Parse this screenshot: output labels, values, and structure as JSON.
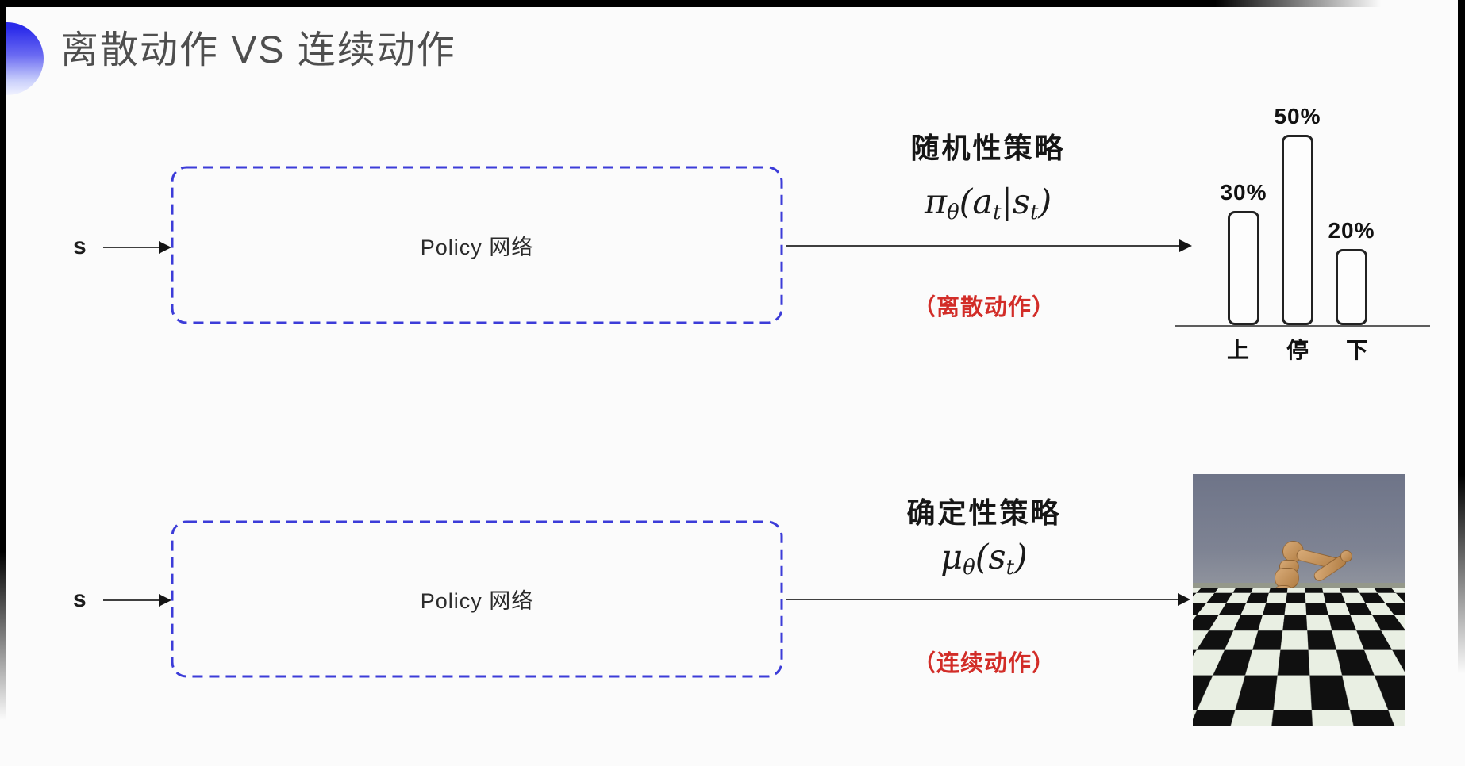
{
  "title": "离散动作 VS 连续动作",
  "top_flow": {
    "input_label": "s",
    "box_label": "Policy 网络",
    "policy_type": "随机性策略",
    "formula": {
      "sym": "π",
      "sub0": "θ",
      "part1": "(a",
      "sub1": "t",
      "part2": "|s",
      "sub2": "t",
      "part3": ")"
    },
    "note": "（离散动作）"
  },
  "bottom_flow": {
    "input_label": "s",
    "box_label": "Policy 网络",
    "policy_type": "确定性策略",
    "formula": {
      "sym": "μ",
      "sub0": "θ",
      "part1": "(s",
      "sub1": "t",
      "part2": ")"
    },
    "note": "（连续动作）"
  },
  "chart_data": {
    "type": "bar",
    "categories": [
      "上",
      "停",
      "下"
    ],
    "values": [
      30,
      50,
      20
    ],
    "value_labels": [
      "30%",
      "50%",
      "20%"
    ],
    "title": "",
    "xlabel": "",
    "ylabel": "",
    "ylim": [
      0,
      60
    ],
    "grid": false,
    "legend": "none",
    "bar_style": "white fill, dark rounded outline, labels above bars"
  },
  "icons": {
    "title_bullet": "blue-half-circle"
  },
  "colors": {
    "accent_blue": "#3c3cd8",
    "annotation_red": "#d22d28",
    "title_gray": "#4e4e4e",
    "bar_outline": "#222222",
    "sky": "#6e7488",
    "robot_tan": "#c89a66"
  }
}
